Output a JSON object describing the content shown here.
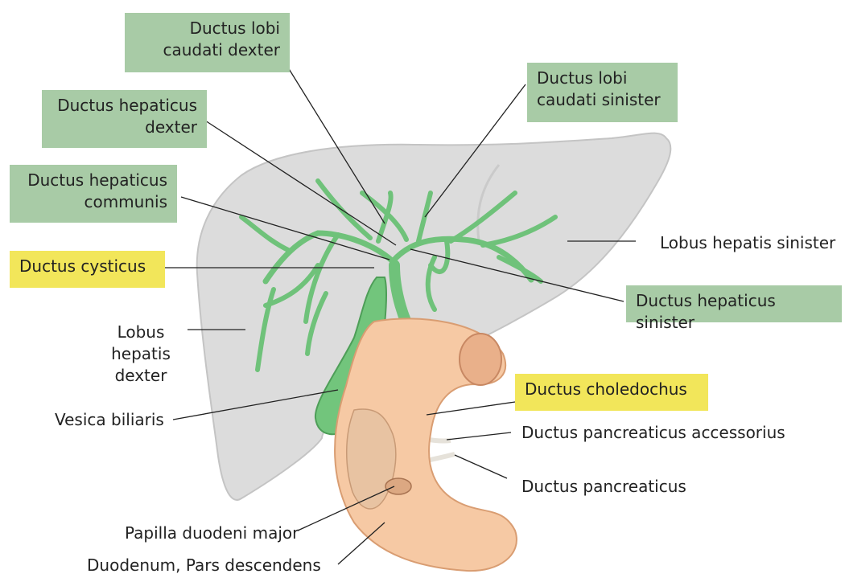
{
  "labels": {
    "lobi_caudati_dexter": [
      "Ductus lobi",
      "caudati dexter"
    ],
    "lobi_caudati_sinister": [
      "Ductus lobi",
      "caudati sinister"
    ],
    "hepaticus_dexter": [
      "Ductus hepaticus",
      "dexter"
    ],
    "hepaticus_communis": [
      "Ductus hepaticus",
      "communis"
    ],
    "cysticus": "Ductus cysticus",
    "lobus_sinister": "Lobus hepatis sinister",
    "hepaticus_sinister": "Ductus hepaticus sinister",
    "lobus_dexter": [
      "Lobus",
      "hepatis",
      "dexter"
    ],
    "vesica": "Vesica biliaris",
    "choledochus": "Ductus choledochus",
    "pancreaticus_accessorius": "Ductus pancreaticus accessorius",
    "pancreaticus": "Ductus pancreaticus",
    "papilla": "Papilla duodeni major",
    "duodenum": "Duodenum, Pars descendens"
  },
  "colors": {
    "green_box": "#a8cba6",
    "yellow_box": "#f2e65a",
    "liver": "#dcdcdc",
    "duct": "#6fc27a",
    "duodenum": "#f6c9a4"
  }
}
